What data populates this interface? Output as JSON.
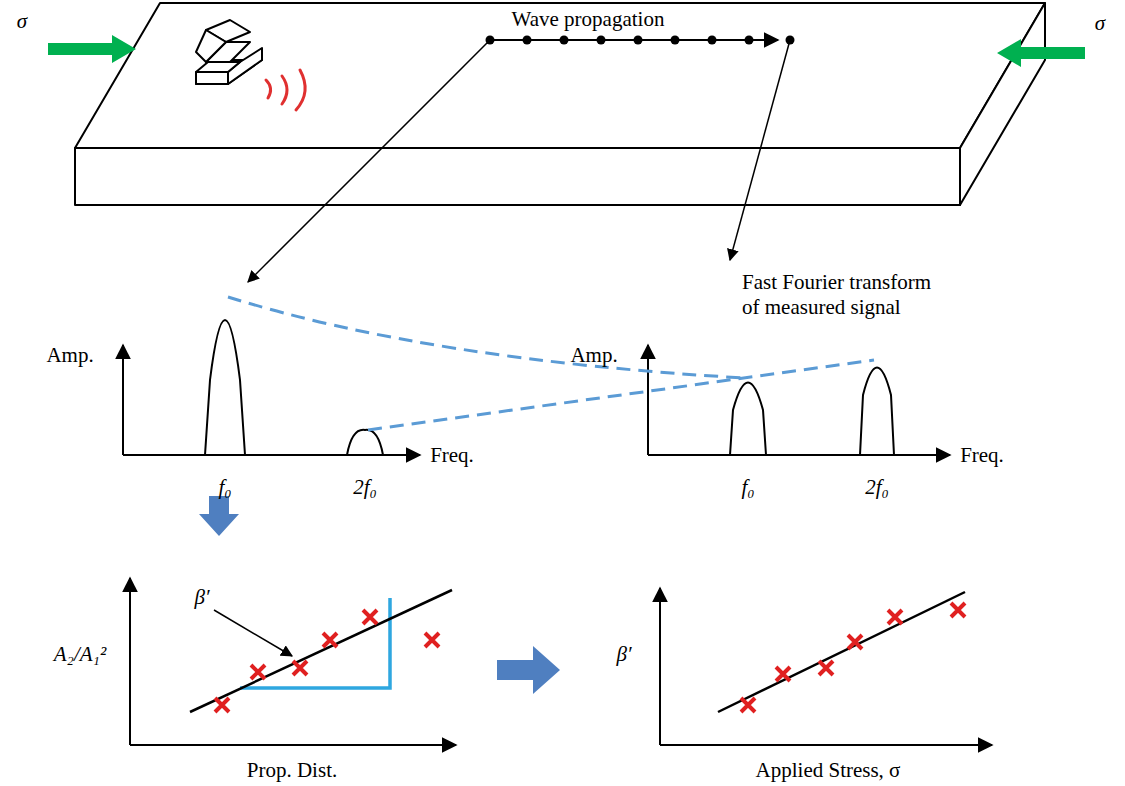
{
  "diagram": {
    "labels": [
      "σ",
      "Wave propagation",
      "σ",
      "Amp.",
      "Fast Fourier transform of measured signal",
      "Amp.",
      "Freq.",
      "Freq.",
      "f₀",
      "2f₀",
      "f₀",
      "2f₀",
      "A₂/A₁²",
      "β′",
      "β′",
      "Prop. Dist.",
      "Applied Stress, σ"
    ]
  }
}
